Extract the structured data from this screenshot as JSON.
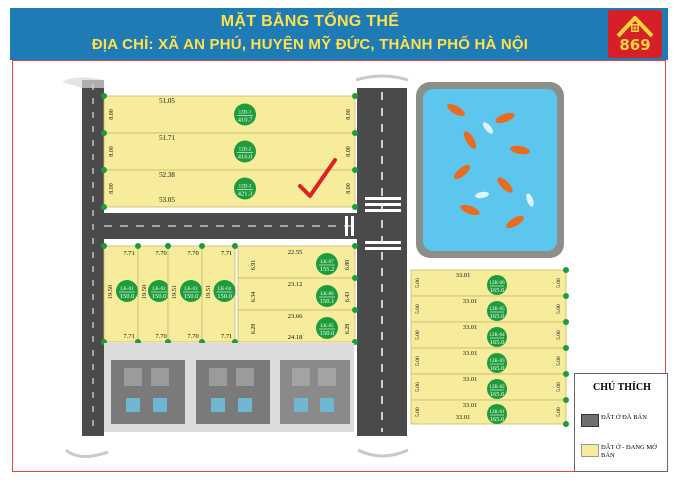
{
  "header": {
    "title_line1": "MẶT BẰNG TỔNG THỂ",
    "title_line2": "ĐỊA CHỈ: XÃ AN PHÚ, HUYỆN MỸ ĐỨC, THÀNH PHỐ HÀ NỘI",
    "logo_text": "869",
    "logo_icon": "house-icon"
  },
  "colors": {
    "header_bg": "#1f7bb5",
    "title_text": "#ffe24a",
    "logo_bg": "#d52027",
    "lot_for_sale": "#f6ec9c",
    "lot_sold": "#6f6f6f",
    "lot_badge": "#1e9b3b",
    "road": "#4a4a4a",
    "pond_water": "#5cc6ee"
  },
  "top_block": {
    "lots": [
      {
        "top_width": "51.05",
        "left_depth": "8.00",
        "right_depth": "8.00",
        "badge_code": "12D-1",
        "badge_area": "410.7"
      },
      {
        "top_width": "51.71",
        "left_depth": "8.00",
        "right_depth": "8.00",
        "badge_code": "12D-2",
        "badge_area": "416.0"
      },
      {
        "top_width": "52.38",
        "left_depth": "8.00",
        "right_depth": "8.00",
        "badge_code": "12D-3",
        "badge_area": "421.3"
      }
    ],
    "bottom_width": "53.05"
  },
  "middle_block": {
    "left_lots": [
      {
        "top_width": "7.71",
        "depth": "19.50",
        "badge_code": "LK-01",
        "badge_area": "150.0",
        "bottom_width": "7.71"
      },
      {
        "top_width": "7.70",
        "depth": "19.50",
        "badge_code": "LK-02",
        "badge_area": "150.0",
        "bottom_width": "7.70"
      },
      {
        "top_width": "7.70",
        "depth": "19.51",
        "badge_code": "LK-03",
        "badge_area": "150.0",
        "bottom_width": "7.70"
      },
      {
        "top_width": "7.71",
        "depth": "19.51",
        "badge_code": "LK-04",
        "badge_area": "150.0",
        "bottom_width": "7.71"
      }
    ],
    "right_lots": [
      {
        "top_width": "22.55",
        "left_depth": "6.91",
        "right_depth": "6.80",
        "badge_code": "LK-07",
        "badge_area": "155.2"
      },
      {
        "top_width": "23.12",
        "left_depth": "6.34",
        "right_depth": "6.43",
        "badge_code": "LK-06",
        "badge_area": "150.1"
      },
      {
        "top_width": "23.66",
        "left_depth": "6.28",
        "right_depth": "6.28",
        "badge_code": "LK-05",
        "badge_area": "150.0"
      }
    ],
    "right_bottom_width": "24.18"
  },
  "right_block": {
    "lots": [
      {
        "top_width": "33.01",
        "left_depth": "5.00",
        "right_depth": "5.00",
        "badge_code": "12K-06",
        "badge_area": "165.0"
      },
      {
        "top_width": "33.01",
        "left_depth": "5.00",
        "right_depth": "5.00",
        "badge_code": "12K-05",
        "badge_area": "165.0"
      },
      {
        "top_width": "33.01",
        "left_depth": "5.00",
        "right_depth": "5.00",
        "badge_code": "12K-04",
        "badge_area": "165.0"
      },
      {
        "top_width": "33.01",
        "left_depth": "5.00",
        "right_depth": "5.00",
        "badge_code": "12K-03",
        "badge_area": "165.0"
      },
      {
        "top_width": "33.01",
        "left_depth": "5.00",
        "right_depth": "5.00",
        "badge_code": "12K-02",
        "badge_area": "165.0"
      },
      {
        "top_width": "33.01",
        "left_depth": "5.00",
        "right_depth": "5.00",
        "badge_code": "12K-01",
        "badge_area": "165.0"
      }
    ],
    "bottom_width": "33.01"
  },
  "legend": {
    "title": "CHÚ THÍCH",
    "items": [
      {
        "label": "ĐẤT Ở ĐÃ BÁN",
        "color": "#6f6f6f"
      },
      {
        "label": "ĐẤT Ở - ĐANG MỞ BÁN",
        "color": "#f6ec9c"
      }
    ]
  },
  "annotations": {
    "check_mark_icon": "check-mark-icon",
    "koi_pond_icon": "koi-pond-icon",
    "house_roof_icon": "house-roof-icon"
  }
}
